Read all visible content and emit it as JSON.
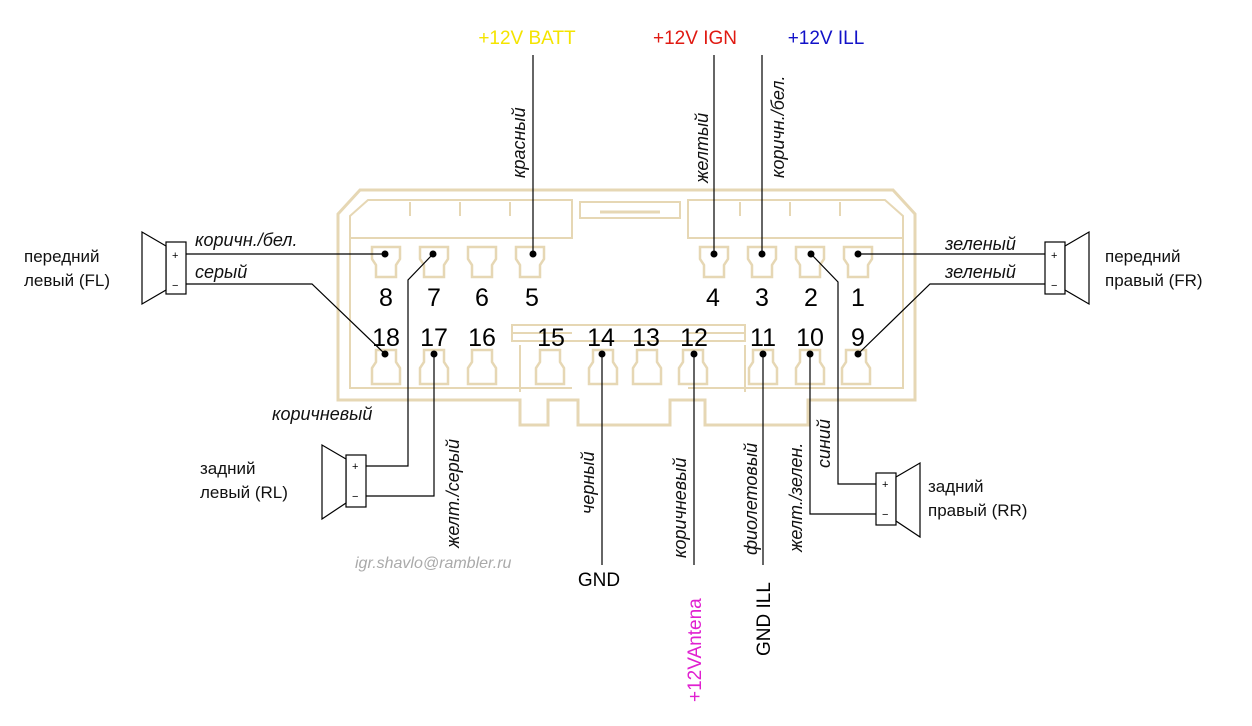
{
  "colors": {
    "connector_outline": "#e6d7b4",
    "batt_label": "#f4e400",
    "ign_label": "#e01a12",
    "ill_label": "#1212c8",
    "antenna_label": "#e020d0",
    "watermark": "#aaaaaa"
  },
  "top_signals": {
    "batt": "+12V BATT",
    "ign": "+12V IGN",
    "ill": "+12V ILL"
  },
  "wires": {
    "red": "красный",
    "yellow": "желтый",
    "brown_white_top": "коричн./бел.",
    "brown_white_fl": "коричн./бел.",
    "gray_fl": "серый",
    "green_fr1": "зеленый",
    "green_fr2": "зеленый",
    "brown_rl": "коричневый",
    "yellow_gray": "желт./серый",
    "black": "черный",
    "brown_antenna": "коричневый",
    "violet": "фиолетовый",
    "yellow_green": "желт./зелен.",
    "blue": "синий"
  },
  "bottom_signals": {
    "gnd": "GND",
    "antenna": "+12VAntena",
    "gnd_ill": "GND ILL"
  },
  "speakers": {
    "fl_line1": "передний",
    "fl_line2": "левый (FL)",
    "fr_line1": "передний",
    "fr_line2": "правый (FR)",
    "rl_line1": "задний",
    "rl_line2": "левый (RL)",
    "rr_line1": "задний",
    "rr_line2": "правый (RR)",
    "plus": "+",
    "minus": "−"
  },
  "pins": {
    "p1": "1",
    "p2": "2",
    "p3": "3",
    "p4": "4",
    "p5": "5",
    "p6": "6",
    "p7": "7",
    "p8": "8",
    "p9": "9",
    "p10": "10",
    "p11": "11",
    "p12": "12",
    "p13": "13",
    "p14": "14",
    "p15": "15",
    "p16": "16",
    "p17": "17",
    "p18": "18"
  },
  "watermark": "igr.shavlo@rambler.ru"
}
